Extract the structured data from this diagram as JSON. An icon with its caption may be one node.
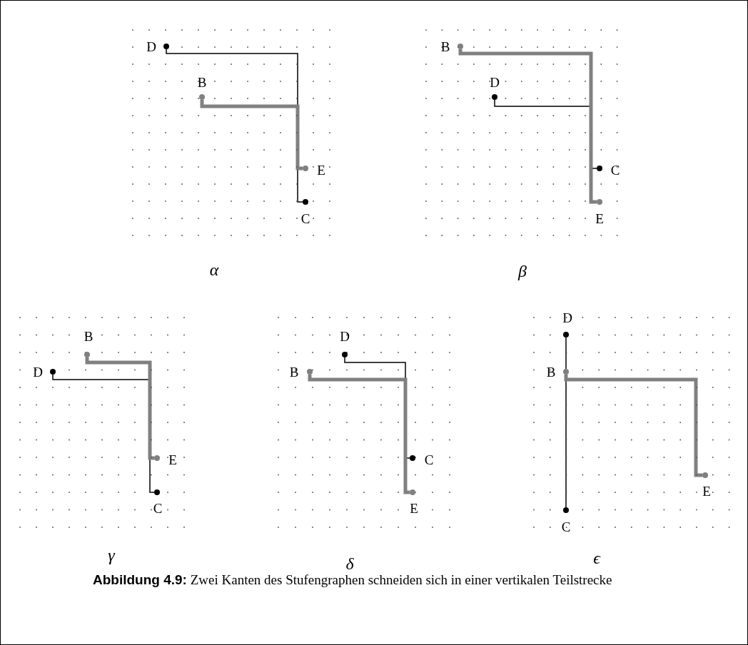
{
  "diagram": {
    "caption": "**Abbildung 4.9:** Zwei Kanten des Stufengraphen schneiden sich in einer vertikalen Teilstrecke",
    "nodes": [
      {
        "text": [],
        "shape": "circle",
        "beside": [
          "D"
        ]
      },
      {
        "text": [],
        "shape": "circle",
        "beside": [
          "B"
        ]
      },
      {
        "text": [],
        "shape": "circle",
        "beside": [
          "E"
        ]
      },
      {
        "text": [],
        "shape": "circle",
        "beside": [
          "C"
        ]
      },
      {
        "text": [],
        "shape": "circle",
        "beside": [
          "B"
        ]
      },
      {
        "text": [],
        "shape": "circle",
        "beside": [
          "D"
        ]
      },
      {
        "text": [],
        "shape": "circle",
        "beside": [
          "C"
        ]
      },
      {
        "text": [],
        "shape": "circle",
        "beside": [
          "E"
        ]
      },
      {
        "text": [],
        "shape": "circle",
        "beside": [
          "B"
        ]
      },
      {
        "text": [],
        "shape": "circle",
        "beside": [
          "D"
        ]
      },
      {
        "text": [],
        "shape": "circle",
        "beside": [
          "E"
        ]
      },
      {
        "text": [],
        "shape": "circle",
        "beside": [
          "C"
        ]
      },
      {
        "text": [],
        "shape": "circle",
        "beside": [
          "D"
        ]
      },
      {
        "text": [],
        "shape": "circle",
        "beside": [
          "B"
        ]
      },
      {
        "text": [],
        "shape": "circle",
        "beside": [
          "C"
        ]
      },
      {
        "text": [],
        "shape": "circle",
        "beside": [
          "E"
        ]
      },
      {
        "text": [],
        "shape": "circle",
        "beside": [
          "D"
        ]
      },
      {
        "text": [],
        "shape": "circle",
        "beside": [
          "B"
        ]
      },
      {
        "text": [],
        "shape": "circle",
        "beside": [
          "E"
        ]
      },
      {
        "text": [],
        "shape": "circle",
        "beside": [
          "C"
        ]
      }
    ],
    "edges": [
      {
        "from": 0,
        "to": 3,
        "arrow": "none"
      },
      {
        "from": 1,
        "to": 2,
        "arrow": "none",
        "style": "thick",
        "color": "#808080"
      },
      {
        "from": 5,
        "to": 6,
        "arrow": "none"
      },
      {
        "from": 4,
        "to": 7,
        "arrow": "none",
        "style": "thick",
        "color": "#808080"
      },
      {
        "from": 9,
        "to": 11,
        "arrow": "none"
      },
      {
        "from": 8,
        "to": 10,
        "arrow": "none",
        "style": "thick",
        "color": "#808080"
      },
      {
        "from": 12,
        "to": 14,
        "arrow": "none"
      },
      {
        "from": 13,
        "to": 15,
        "arrow": "none",
        "style": "thick",
        "color": "#808080"
      },
      {
        "from": 16,
        "to": 19,
        "arrow": "none"
      },
      {
        "from": 17,
        "to": 18,
        "arrow": "none",
        "style": "thick",
        "color": "#808080"
      }
    ],
    "labels": [
      "α",
      "β",
      "γ",
      "δ",
      "ϵ"
    ]
  }
}
